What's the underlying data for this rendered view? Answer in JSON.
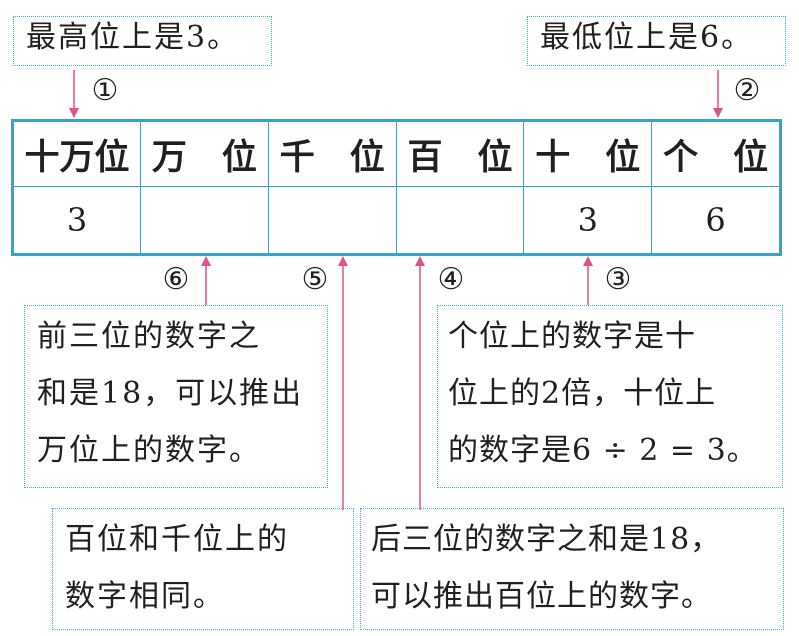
{
  "callouts": {
    "top_left": "最高位上是3。",
    "top_right": "最低位上是6。",
    "mid_left": [
      "前三位的数字之",
      "和是18，可以推出",
      "万位上的数字。"
    ],
    "mid_right": [
      "个位上的数字是十",
      "位上的2倍，十位上",
      "的数字是6 ÷ 2 = 3。"
    ],
    "bottom_left": [
      "百位和千位上的",
      "数字相同。"
    ],
    "bottom_right": [
      "后三位的数字之和是18，",
      "可以推出百位上的数字。"
    ]
  },
  "markers": [
    "①",
    "②",
    "③",
    "④",
    "⑤",
    "⑥"
  ],
  "table": {
    "headers": [
      "十万位",
      "万　位",
      "千　位",
      "百　位",
      "十　位",
      "个　位"
    ],
    "digits": [
      "3",
      "",
      "",
      "",
      "3",
      "6"
    ]
  },
  "colors": {
    "arrow": "#e0528a",
    "border": "#3aa2cc",
    "dotted": "#3fb0cf"
  }
}
